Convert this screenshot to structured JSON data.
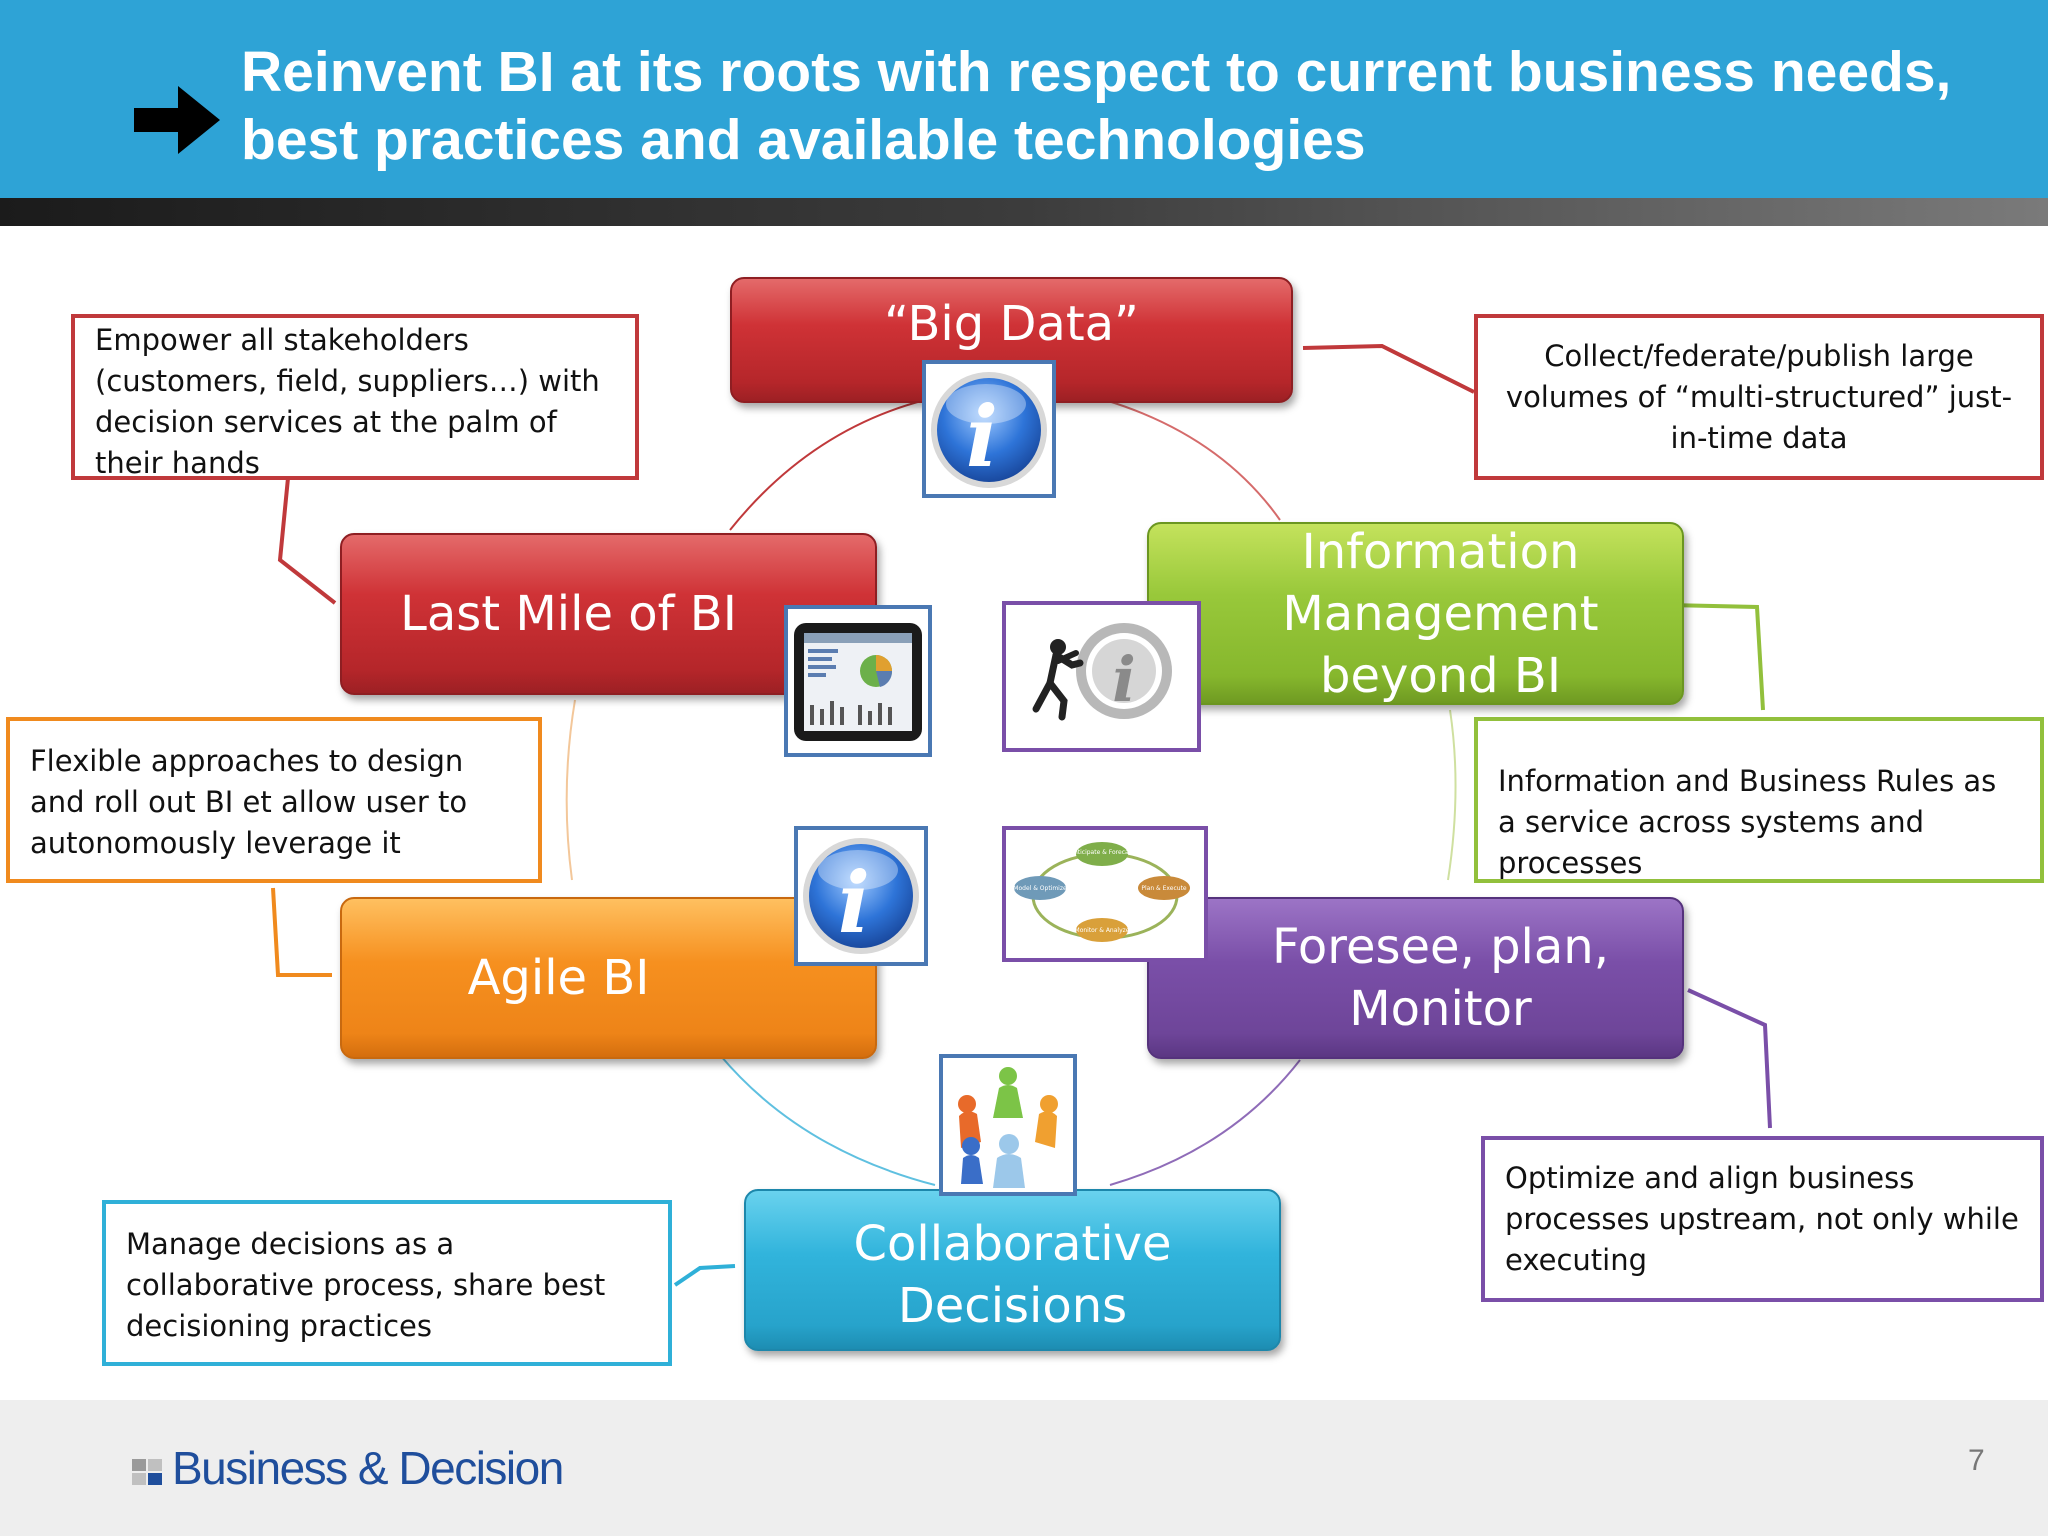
{
  "header": {
    "title_line1": "Reinvent BI at its roots with respect to current business needs,",
    "title_line2": "best practices and available technologies"
  },
  "nodes": {
    "big_data": "“Big Data”",
    "last_mile": "Last Mile of BI",
    "info_mgmt": "Information\nManagement\nbeyond BI",
    "agile": "Agile BI",
    "foresee": "Foresee, plan,\nMonitor",
    "collab": "Collaborative\nDecisions"
  },
  "callouts": {
    "stakeholders": "Empower all stakeholders (customers, field, suppliers…) with decision services at the palm of their hands",
    "big_data": "Collect/federate/publish large volumes of “multi-structured” just-in-time data",
    "flexible": "Flexible approaches to design and roll out BI  et  allow user to autonomously leverage it",
    "rules": "Information and Business Rules as a service across systems and processes",
    "optimize": "Optimize and align business processes upstream, not only while executing",
    "collab": "Manage decisions as a collaborative process, share best decisioning practices"
  },
  "images": {
    "big_data": "info-icon",
    "last_mile": "tablet-dashboard-image",
    "info_mgmt": "person-pushing-info-icon",
    "agile": "info-icon",
    "foresee": "cycle-diagram-image",
    "cycle_labels": [
      "Anticipate & Forecast",
      "Plan & Execute",
      "Monitor & Analyze",
      "Model & Optimize"
    ],
    "collab": "people-circle-image"
  },
  "colors": {
    "header": "#2ea3d6",
    "red": "#c8302f",
    "green": "#92c03c",
    "orange": "#f08a1e",
    "purple": "#7a4fa8",
    "cyan": "#2fb0d8"
  },
  "footer": {
    "logo": "Business & Decision",
    "page_number": "7"
  }
}
